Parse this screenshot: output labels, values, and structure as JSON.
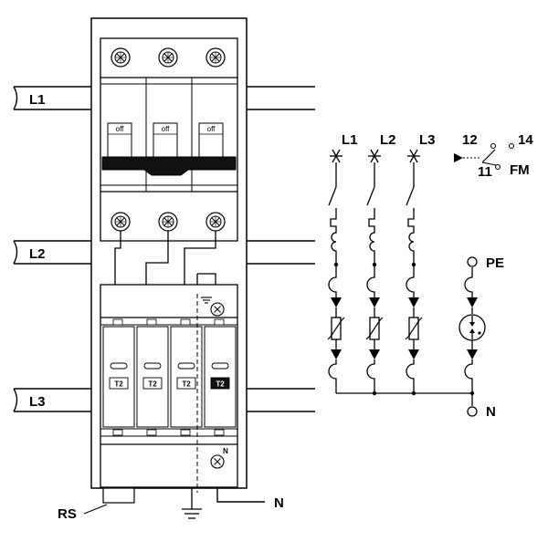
{
  "left_diagram": {
    "rail_labels": [
      "L1",
      "L2",
      "L3"
    ],
    "breaker_switch_labels": [
      "off",
      "off",
      "off"
    ],
    "module_labels": [
      "T2",
      "T2",
      "T2",
      "T2"
    ],
    "neutral_terminal_label": "N",
    "remote_signal_label": "RS",
    "neutral_output_label": "N"
  },
  "schematic": {
    "phase_labels": [
      "L1",
      "L2",
      "L3"
    ],
    "pe_label": "PE",
    "n_label": "N",
    "contact_labels": {
      "pin12": "12",
      "pin14": "14",
      "pin11": "11",
      "name": "FM"
    }
  }
}
